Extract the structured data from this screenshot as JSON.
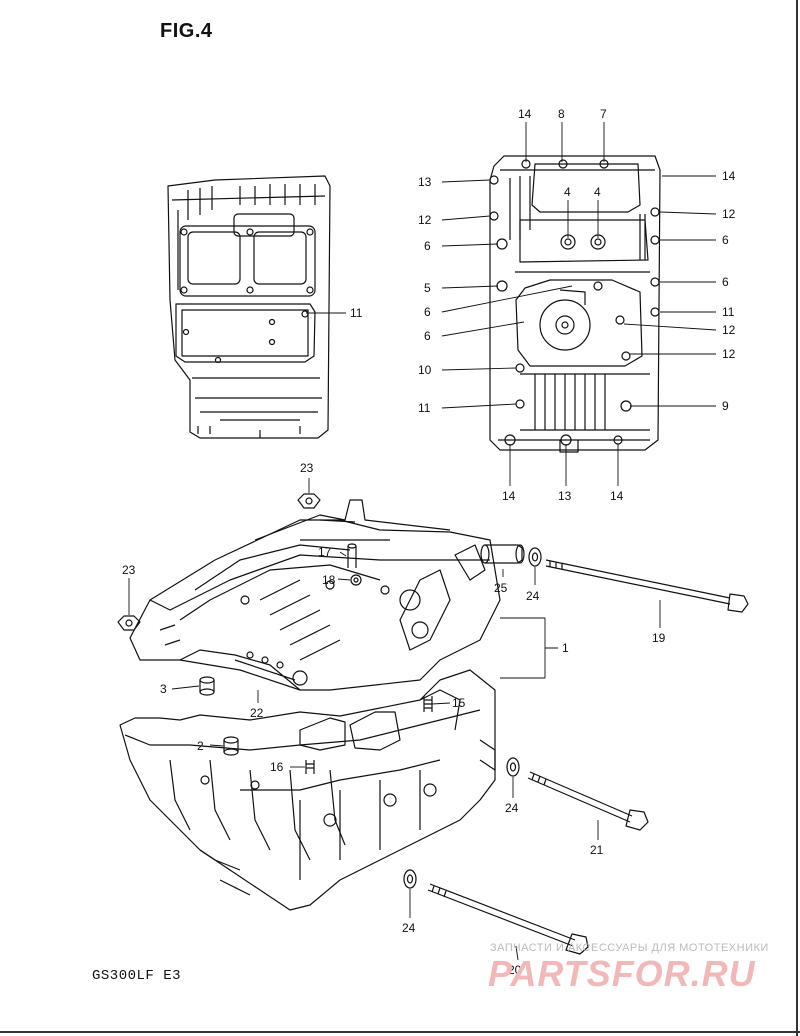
{
  "figure": {
    "title": "FIG.4",
    "model": "GS300LF  E3"
  },
  "watermark": {
    "tagline": "ЗАПЧАСТИ И АКСЕССУАРЫ ДЛЯ МОТОТЕХНИКИ",
    "logo": "PARTSFOR.RU",
    "color": "#f2b8b8"
  },
  "callouts": {
    "c1": "1",
    "c2": "2",
    "c3": "3",
    "c4a": "4",
    "c4b": "4",
    "c5": "5",
    "c6a": "6",
    "c6b": "6",
    "c6c": "6",
    "c6d": "6",
    "c6e": "6",
    "c7": "7",
    "c8": "8",
    "c9": "9",
    "c10": "10",
    "c11a": "11",
    "c11b": "11",
    "c11c": "11",
    "c12a": "12",
    "c12b": "12",
    "c12c": "12",
    "c12d": "12",
    "c13a": "13",
    "c13b": "13",
    "c14a": "14",
    "c14b": "14",
    "c14c": "14",
    "c14d": "14",
    "c15": "15",
    "c16": "16",
    "c17": "17",
    "c18": "18",
    "c19": "19",
    "c20": "20",
    "c21": "21",
    "c22": "22",
    "c23a": "23",
    "c23b": "23",
    "c24a": "24",
    "c24b": "24",
    "c24c": "24",
    "c25": "25"
  }
}
